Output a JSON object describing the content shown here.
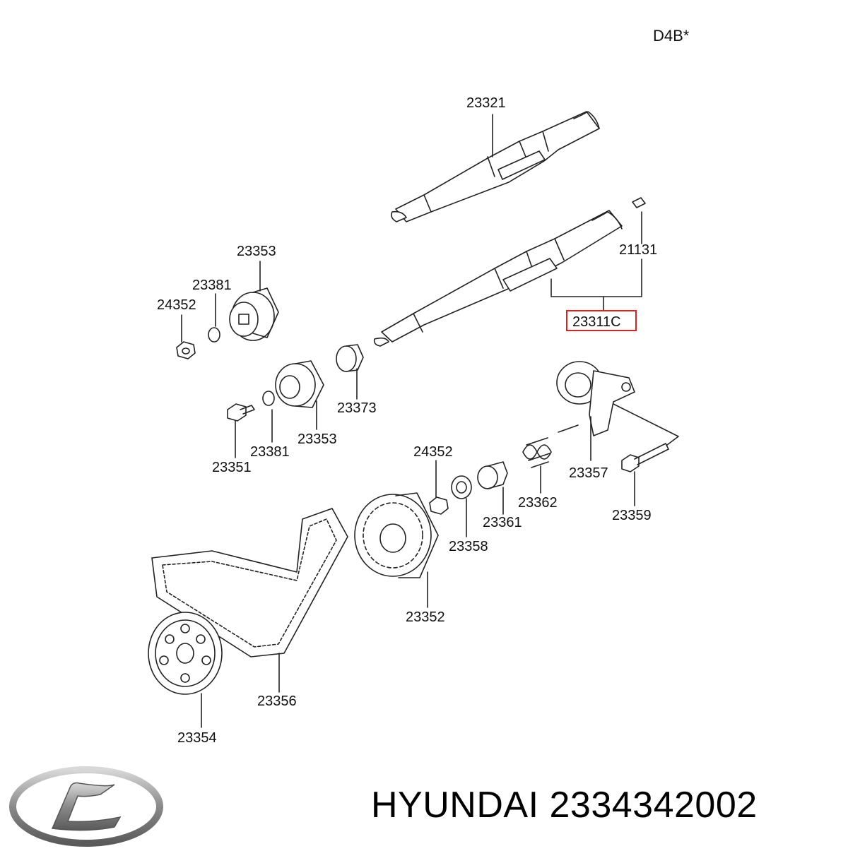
{
  "diagram": {
    "engine_code": "D4B*",
    "highlight_color": "#e02020",
    "highlighted_part": "23311C",
    "labels": {
      "p23321": "23321",
      "p21131": "21131",
      "p23311C": "23311C",
      "p23353a": "23353",
      "p23381a": "23381",
      "p24352a": "24352",
      "p23373": "23373",
      "p23353b": "23353",
      "p23381b": "23381",
      "p23351": "23351",
      "p24352b": "24352",
      "p23357": "23357",
      "p23362": "23362",
      "p23361": "23361",
      "p23358": "23358",
      "p23359": "23359",
      "p23352": "23352",
      "p23356": "23356",
      "p23354": "23354"
    }
  },
  "footer": {
    "brand": "HYUNDAI",
    "part_number": "2334342002",
    "logo_icon": "hyundai-logo-icon"
  }
}
